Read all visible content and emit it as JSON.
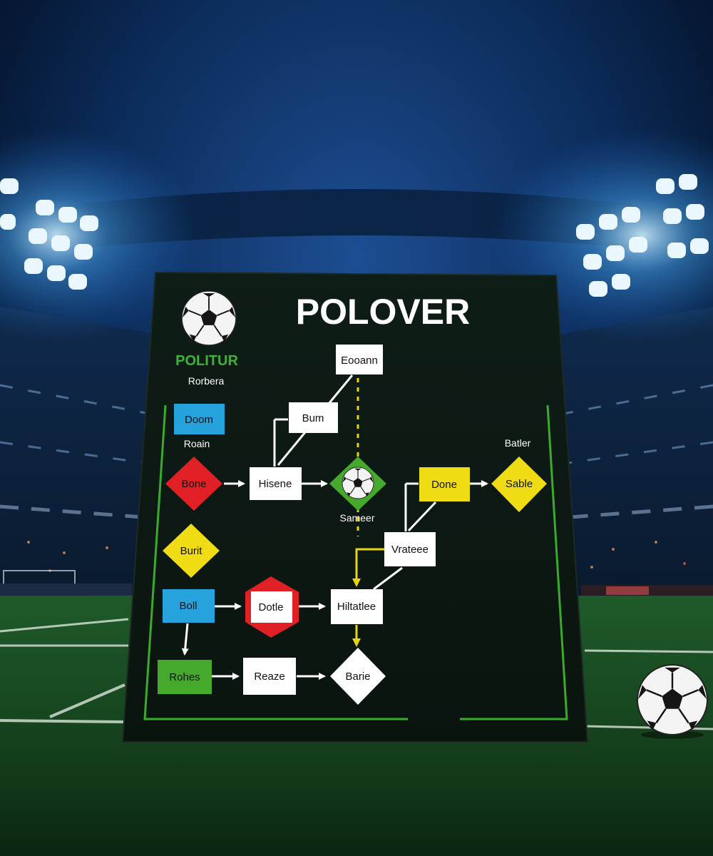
{
  "board": {
    "title": "POLOVER",
    "brand": "POLITUR",
    "subtitle": "Rorbera"
  },
  "labels": {
    "roain": "Roain",
    "batler": "Batler",
    "sameer": "Sameer"
  },
  "nodes": {
    "doom": "Doom",
    "bone": "Bone",
    "burit": "Burit",
    "boll": "Boll",
    "rohes": "Rohes",
    "eooann": "Eooann",
    "bum": "Bum",
    "hisene": "Hisene",
    "dotle": "Dotle",
    "reaze": "Reaze",
    "hiltatlee": "Hiltatlee",
    "barie": "Barie",
    "done": "Done",
    "sable": "Sable",
    "vrateee": "Vrateee"
  },
  "colors": {
    "blue": "#26a3dd",
    "red": "#e02024",
    "yellow": "#f0dc14",
    "green": "#45a92c",
    "board": "#0b1812",
    "line_green": "#3bab2d"
  },
  "icons": [
    "soccer-ball-icon"
  ]
}
